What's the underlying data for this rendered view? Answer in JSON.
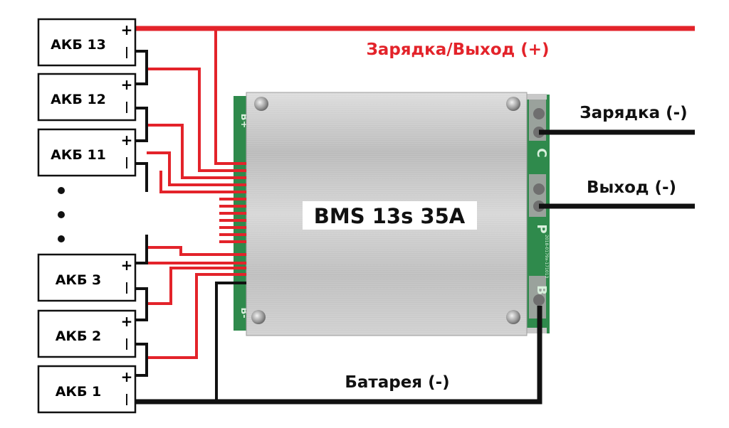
{
  "cells": [
    {
      "label": "АКБ 13"
    },
    {
      "label": "АКБ 12"
    },
    {
      "label": "АКБ 11"
    },
    {
      "label": "АКБ 3"
    },
    {
      "label": "АКБ 2"
    },
    {
      "label": "АКБ 1"
    }
  ],
  "plus_sign": "+",
  "minus_sign": "-",
  "labels": {
    "charge_out_plus": "Зарядка/Выход (+)",
    "charge_minus": "Зарядка (-)",
    "output_minus": "Выход (-)",
    "battery_minus": "Батарея (-)"
  },
  "board": {
    "title": "BMS 13s 35A",
    "pad_b_plus": "B+",
    "pad_b_minus": "B-",
    "pad_c": "C",
    "pad_p": "P",
    "pad_b": "B",
    "silk_code": "2018-0179x-171013"
  },
  "colors": {
    "positive_wire": "#e3232a",
    "negative_wire": "#111111",
    "pcb": "#2f8a4c",
    "plate": "#c9c9c9"
  }
}
